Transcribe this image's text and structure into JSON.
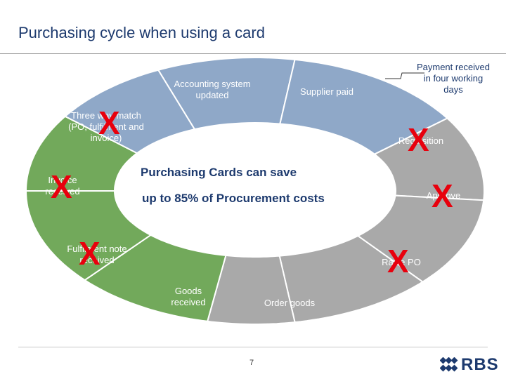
{
  "title": "Purchasing cycle when using a card",
  "center": {
    "line1": "Purchasing Cards can save",
    "line2": "up to 85% of Procurement costs"
  },
  "callout": "Payment received in four working days",
  "segments": [
    {
      "id": "accounting",
      "label": "Accounting system updated",
      "group": "blue"
    },
    {
      "id": "supplier",
      "label": "Supplier paid",
      "group": "blue"
    },
    {
      "id": "requisition",
      "label": "Requisition",
      "group": "gray",
      "crossed": true
    },
    {
      "id": "approve",
      "label": "Approve",
      "group": "gray",
      "crossed": true
    },
    {
      "id": "raise-po",
      "label": "Raise PO",
      "group": "gray",
      "crossed": true
    },
    {
      "id": "order",
      "label": "Order goods",
      "group": "gray"
    },
    {
      "id": "goods",
      "label": "Goods received",
      "group": "green"
    },
    {
      "id": "fulfilment",
      "label": "Fulfilment note received",
      "group": "green",
      "crossed": true
    },
    {
      "id": "invoice",
      "label": "Invoice received",
      "group": "green",
      "crossed": true
    },
    {
      "id": "three-way",
      "label": "Three way match (PO, fulfilment and invoice)",
      "group": "blue",
      "crossed": true
    }
  ],
  "x_mark": "X",
  "page_number": "7",
  "logo_text": "RBS",
  "colors": {
    "blue": "#8fa8c8",
    "gray": "#a9a9a9",
    "green": "#72a95b",
    "cross": "#e8000d",
    "brand": "#1d3a6e"
  }
}
